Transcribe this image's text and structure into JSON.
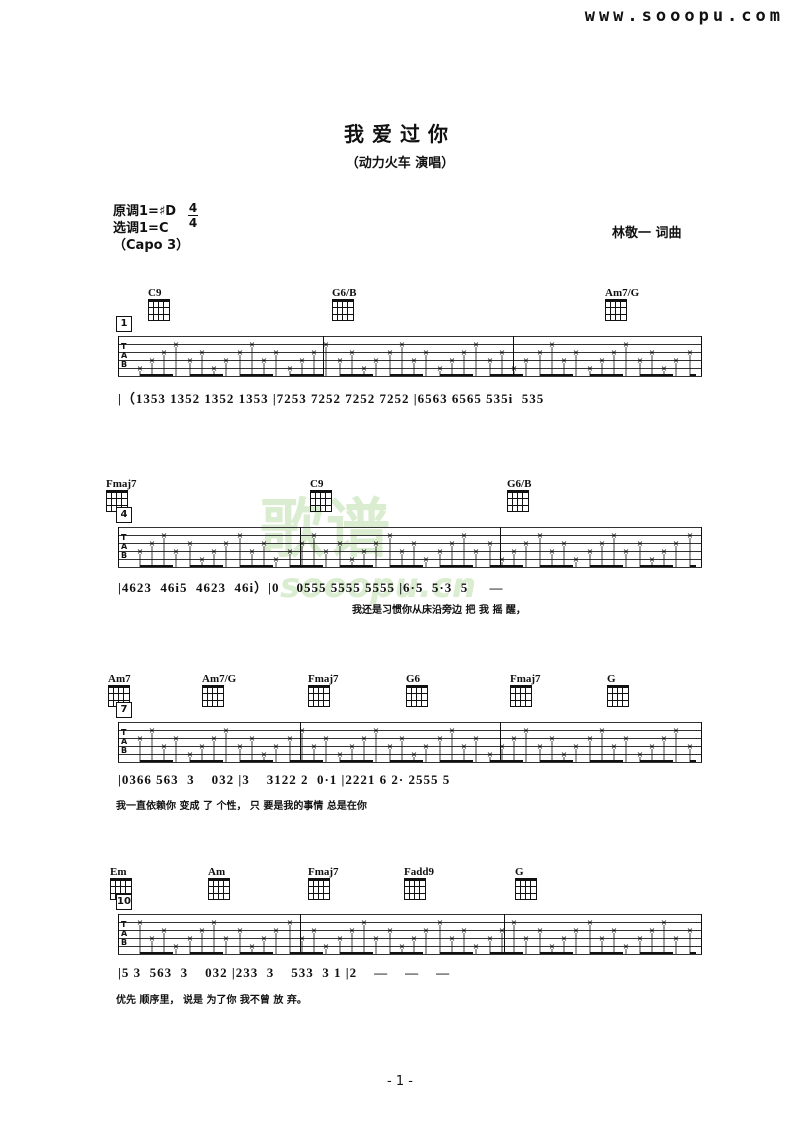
{
  "site": "www.sooopu.com",
  "title": "我爱过你",
  "subtitle": "（动力火车  演唱）",
  "key": {
    "original": "原调1=♯D",
    "selected": "选调1=C",
    "capo": "（Capo 3）",
    "ts_top": "4",
    "ts_bottom": "4"
  },
  "composer": "林敬一  词曲",
  "tab_label": [
    "T",
    "A",
    "B"
  ],
  "watermark": {
    "big": "歌谱",
    "small": "sooopu.cn"
  },
  "systems": [
    {
      "measure_no": "1",
      "chords": [
        "C9",
        "G6/B",
        "Am7/G"
      ],
      "numbers": "|（1353 1352 1352 1353 |7253 7252 7252 7252 |6563 6565 535i  535",
      "lyrics": ""
    },
    {
      "measure_no": "4",
      "chords": [
        "Fmaj7",
        "C9",
        "G6/B"
      ],
      "numbers": "|4623  46i5  4623  46i）|0    0555 5555 5555 |6·5  5·3  5     —",
      "lyrics": "我还是习惯你从床沿旁边  把  我      摇   醒，"
    },
    {
      "measure_no": "7",
      "chords": [
        "Am7",
        "Am7/G",
        "Fmaj7",
        "G6",
        "Fmaj7",
        "G"
      ],
      "numbers": "|0366 563  3    032 |3    3122 2  0·1 |2221 6 2· 2555 5",
      "lyrics": "我一直依赖你          变成    了      个性，        只    要是我的事情   总是在你"
    },
    {
      "measure_no": "10",
      "chords": [
        "Em",
        "Am",
        "Fmaj7",
        "Fadd9",
        "G"
      ],
      "numbers": "|5 3  563  3    032 |233  3    533  3 1 |2    —    —    —",
      "lyrics": "优先      顺序里，         说是    为了你      我不曾    放     弃。"
    }
  ],
  "page_number": "- 1 -"
}
